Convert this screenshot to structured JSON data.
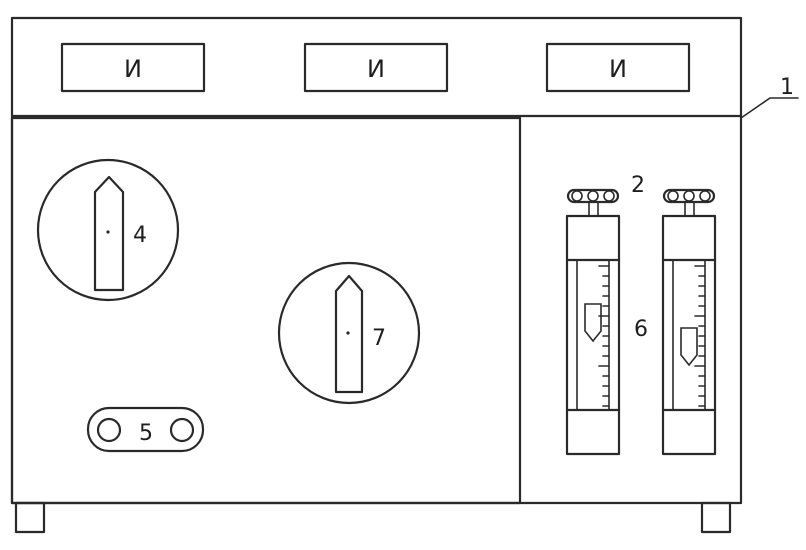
{
  "indicators": [
    {
      "label": "И"
    },
    {
      "label": "И"
    },
    {
      "label": "И"
    }
  ],
  "callouts": {
    "housing": "1",
    "valves": "2",
    "knob_left": "4",
    "button_block": "5",
    "flowmeters": "6",
    "knob_center": "7"
  }
}
